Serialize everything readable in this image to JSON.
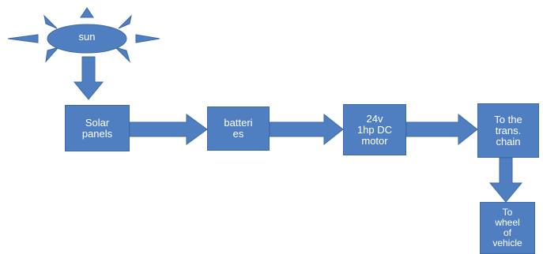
{
  "diagram": {
    "colors": {
      "fill": "#4f7fc1",
      "stroke": "#3d6aa8",
      "text": "#ffffff",
      "background": "#ffffff"
    },
    "nodes": {
      "sun": "sun",
      "solar_panels": "Solar\npanels",
      "batteries": "batteri\nes",
      "motor": "24v\n1hp DC\nmotor",
      "trans_chain": "To the\ntrans.\nchain",
      "wheel": "To\nwheel\nof\nvehicle"
    },
    "edges": [
      {
        "from": "sun",
        "to": "solar_panels"
      },
      {
        "from": "solar_panels",
        "to": "batteries"
      },
      {
        "from": "batteries",
        "to": "motor"
      },
      {
        "from": "motor",
        "to": "trans_chain"
      },
      {
        "from": "trans_chain",
        "to": "wheel"
      }
    ]
  }
}
